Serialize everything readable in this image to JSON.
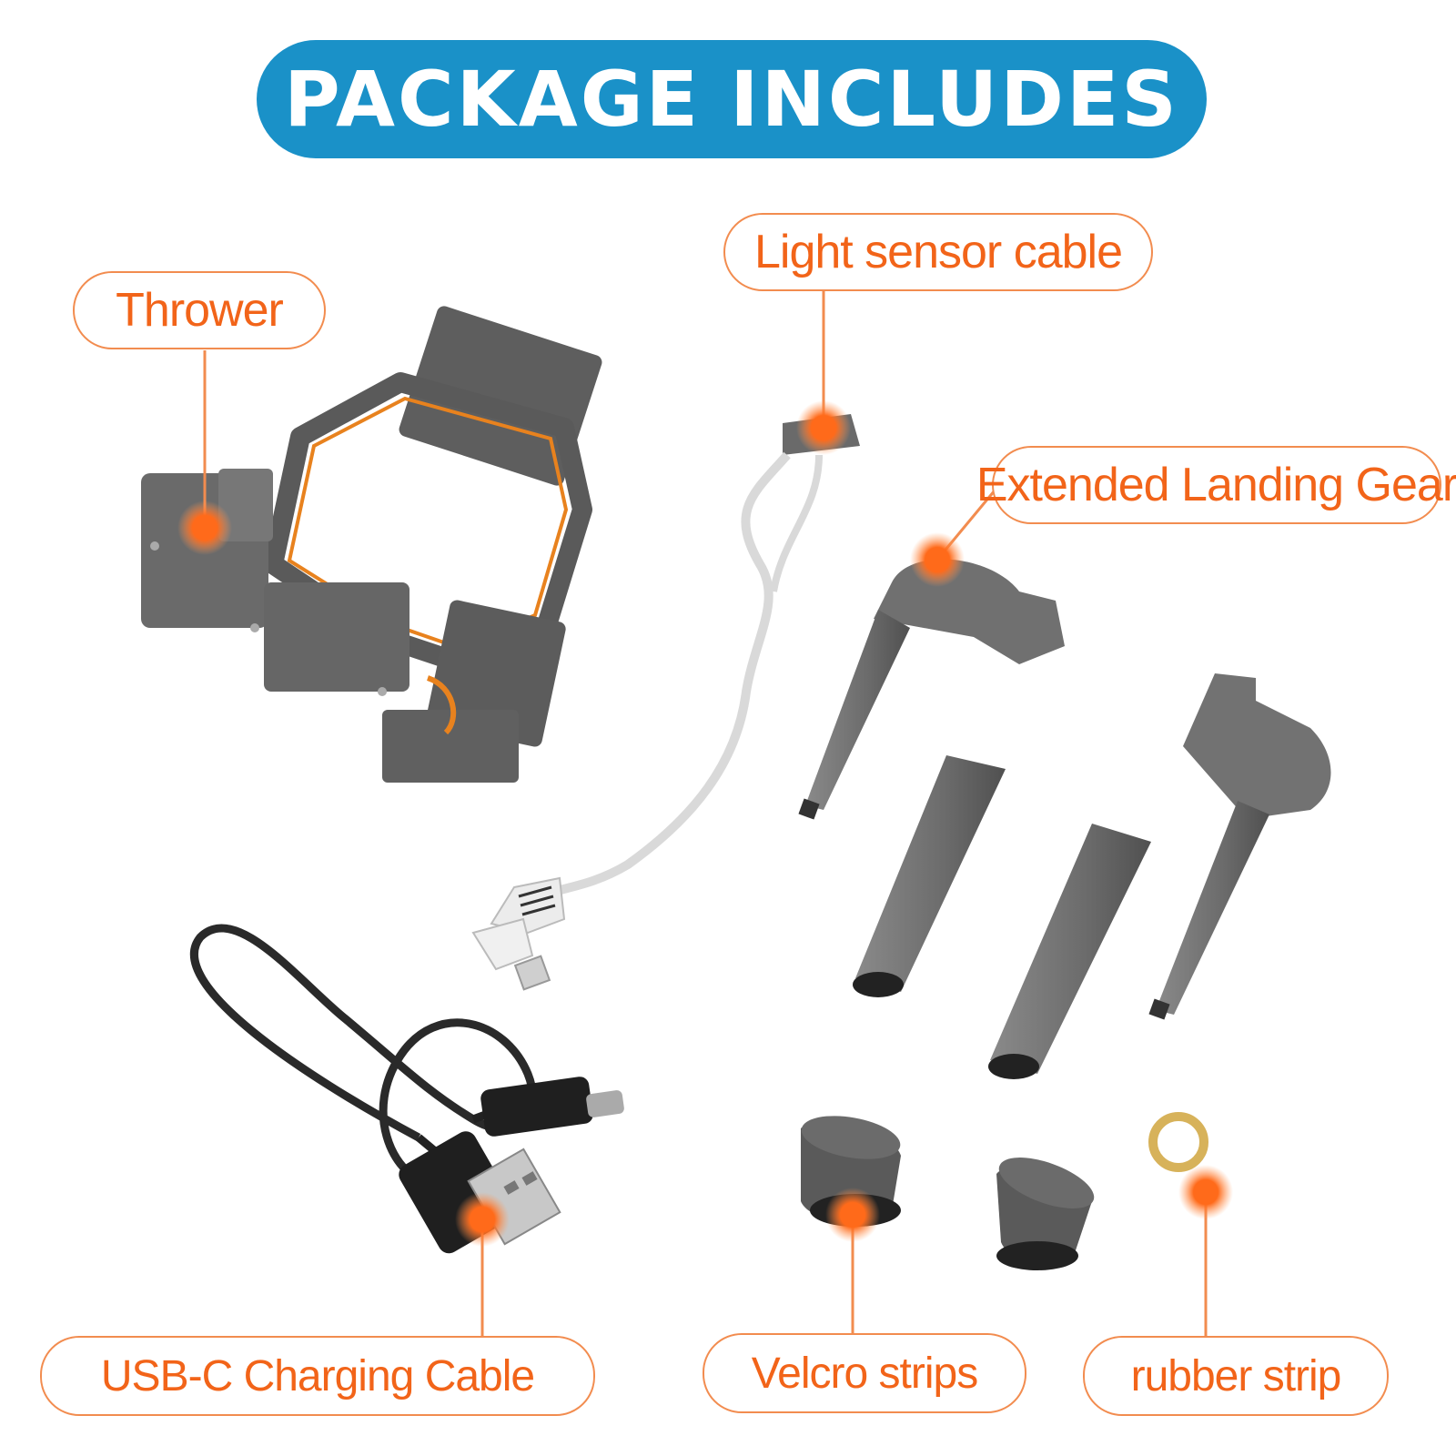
{
  "banner": {
    "title": "PACKAGE INCLUDES"
  },
  "labels": {
    "thrower": "Thrower",
    "light_sensor_cable": "Light sensor cable",
    "extended_landing_gear": "Extended Landing Gear",
    "usb_c_charging_cable": "USB-C Charging Cable",
    "velcro_strips": "Velcro strips",
    "rubber_strip": "rubber strip"
  },
  "colors": {
    "banner": "#1a91c8",
    "label_text": "#f26419",
    "label_border": "#f28c4f",
    "leader_line": "#f28c4f",
    "marker_dot": "#ff6a1a",
    "product_gray": "#6e6e6e"
  }
}
